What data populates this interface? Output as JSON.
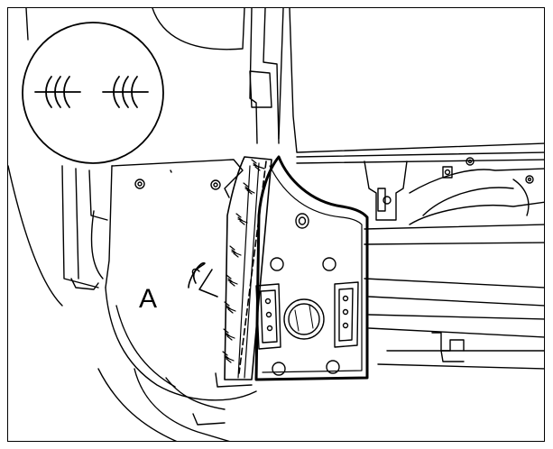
{
  "diagram": {
    "callout_label": "A",
    "legend_symbols": [
      "weld-seam-symbol",
      "weld-seam-symbol"
    ],
    "colors": {
      "line": "#000000",
      "fill": "#ffffff",
      "highlight_outline": "#000000"
    }
  }
}
